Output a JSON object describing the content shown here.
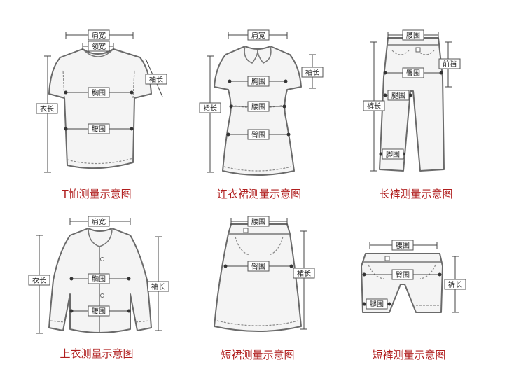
{
  "diagrams": [
    {
      "title": "T恤测量示意图",
      "labels": {
        "shoulder": "肩宽",
        "collar": "领宽",
        "sleeve": "袖长",
        "chest": "胸围",
        "length": "衣长",
        "waist": "腰围"
      }
    },
    {
      "title": "连衣裙测量示意图",
      "labels": {
        "shoulder": "肩宽",
        "sleeve": "袖长",
        "chest": "胸围",
        "length": "裙长",
        "waist": "腰围",
        "hip": "臀围"
      }
    },
    {
      "title": "长裤测量示意图",
      "labels": {
        "waist": "腰围",
        "rise": "前裆",
        "hip": "臀围",
        "thigh": "腿围",
        "length": "裤长",
        "hem": "脚围"
      }
    },
    {
      "title": "上衣测量示意图",
      "labels": {
        "shoulder": "肩宽",
        "chest": "胸围",
        "length": "衣长",
        "sleeve": "袖长",
        "waist": "腰围"
      }
    },
    {
      "title": "短裙测量示意图",
      "labels": {
        "waist": "腰围",
        "hip": "臀围",
        "length": "裙长"
      }
    },
    {
      "title": "短裤测量示意图",
      "labels": {
        "waist": "腰围",
        "hip": "臀围",
        "length": "裤长",
        "thigh": "腿围"
      }
    }
  ]
}
